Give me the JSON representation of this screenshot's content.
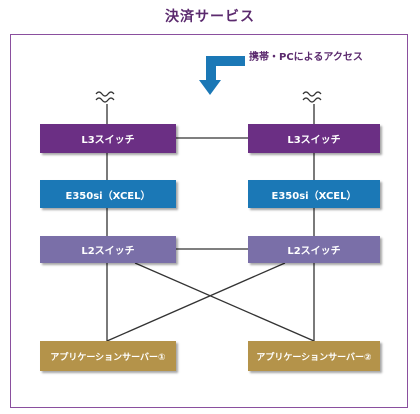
{
  "title": "決済サービス",
  "access_label": "携帯・PCによるアクセス",
  "left_column": {
    "l3": "L3スイッチ",
    "e350": "E350si（XCEL）",
    "l2": "L2スイッチ",
    "app": "アプリケーションサーバー①"
  },
  "right_column": {
    "l3": "L3スイッチ",
    "e350": "E350si（XCEL）",
    "l2": "L2スイッチ",
    "app": "アプリケーションサーバー②"
  },
  "colors": {
    "title": "#5b2a6e",
    "frame": "#8a4f9e",
    "l3_switch": "#6b2f84",
    "e350si": "#1b78b6",
    "l2_switch": "#7a6fa8",
    "app_server": "#b4934a",
    "arrow": "#1b78b6"
  },
  "icons": {
    "arrow": "down-arrow-icon",
    "network": "wavy-line-icon"
  }
}
